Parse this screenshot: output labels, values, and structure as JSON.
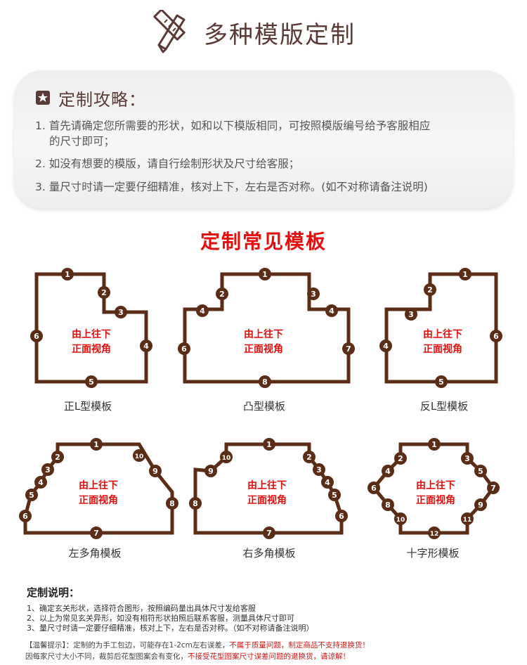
{
  "header": {
    "title": "多种模版定制"
  },
  "guide": {
    "title": "定制攻略：",
    "items": [
      {
        "line1": "1. 首先请确定您所需要的形状，如和以下模版相同，可按照模版编号给予客服相应",
        "line2": "的尺寸即可；"
      },
      {
        "line1": "2. 如没有想要的模版，请自行绘制形状及尺寸给客服；"
      },
      {
        "line1": "3. 量尺寸时请一定要仔细精准，核对上下，左右是否对称。(如不对称请备注说明)"
      }
    ]
  },
  "section_title": "定制常见模板",
  "view_text": {
    "line1": "由上往下",
    "line2": "正面视角"
  },
  "templates": [
    {
      "name": "正L型模板"
    },
    {
      "name": "凸型模板"
    },
    {
      "name": "反L型模板"
    },
    {
      "name": "左多角模板"
    },
    {
      "name": "右多角模板"
    },
    {
      "name": "十字形模板"
    }
  ],
  "notes": {
    "title": "定制说明：",
    "items": [
      "1、确定玄关形状，选择符合图形，按照编码量出具体尺寸发给客服",
      "2、以上为常见玄关异形，如没有相符形状拍照后联系客服，测量具体尺寸即可",
      "3、量尺寸时请一定要仔细精准，核对上下，左右是否对称。（如不对称请备注说明）"
    ]
  },
  "tips": {
    "label": "【温馨提示】",
    "line1_a": "：定制的为手工包边，可能存在1-2cm左右误差，",
    "line1_b": "不属于质量问题，制定商品不支持退换货！",
    "line2": "因每家尺寸大小不同，裁剪后花型图案会有变化，",
    "line2_b": "不接受花型图案尺寸误差问题的退换货，请谅解！"
  },
  "colors": {
    "outline": "#5b2d16",
    "accent": "#e30f0f",
    "header": "#5a3a36"
  }
}
